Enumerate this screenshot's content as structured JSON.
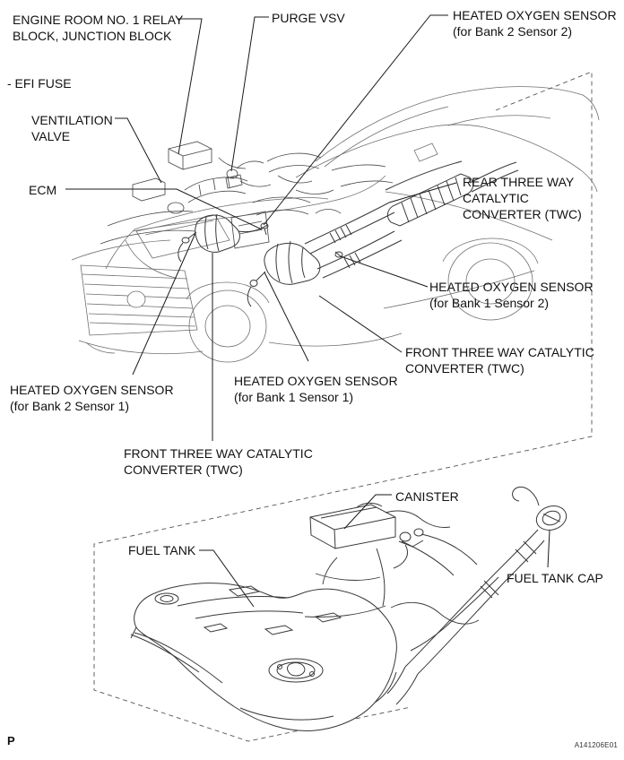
{
  "page": {
    "title": "Engine / fuel system component location diagram",
    "page_letter": "P",
    "figure_code": "A141206E01",
    "colors": {
      "background": "#ffffff",
      "leader_line": "#1a1a1a",
      "part_line": "#383838",
      "sketch_line": "#6f6f6f",
      "dashed_frame": "#555555",
      "text": "#111111"
    }
  },
  "labels": {
    "engine_relay": {
      "lines": [
        "ENGINE ROOM NO. 1 RELAY",
        "BLOCK, JUNCTION BLOCK"
      ]
    },
    "efi_fuse": {
      "lines": [
        "- EFI FUSE"
      ]
    },
    "ventilation_valve": {
      "lines": [
        "VENTILATION",
        "VALVE"
      ]
    },
    "ecm": {
      "lines": [
        "ECM"
      ]
    },
    "purge_vsv": {
      "lines": [
        "PURGE VSV"
      ]
    },
    "ho2s_b2s2": {
      "lines": [
        "HEATED OXYGEN SENSOR",
        "(for Bank 2 Sensor 2)"
      ]
    },
    "rear_twc": {
      "lines": [
        "REAR THREE WAY",
        "CATALYTIC",
        "CONVERTER (TWC)"
      ]
    },
    "ho2s_b1s2": {
      "lines": [
        "HEATED OXYGEN SENSOR",
        "(for Bank 1 Sensor 2)"
      ]
    },
    "front_twc_right": {
      "lines": [
        "FRONT THREE WAY CATALYTIC",
        "CONVERTER (TWC)"
      ]
    },
    "ho2s_b2s1": {
      "lines": [
        "HEATED OXYGEN SENSOR",
        "(for Bank 2 Sensor 1)"
      ]
    },
    "ho2s_b1s1": {
      "lines": [
        "HEATED OXYGEN SENSOR",
        "(for Bank 1 Sensor 1)"
      ]
    },
    "front_twc_center": {
      "lines": [
        "FRONT THREE WAY CATALYTIC",
        "CONVERTER (TWC)"
      ]
    },
    "canister": {
      "lines": [
        "CANISTER"
      ]
    },
    "fuel_tank": {
      "lines": [
        "FUEL TANK"
      ]
    },
    "fuel_tank_cap": {
      "lines": [
        "FUEL TANK CAP"
      ]
    }
  }
}
